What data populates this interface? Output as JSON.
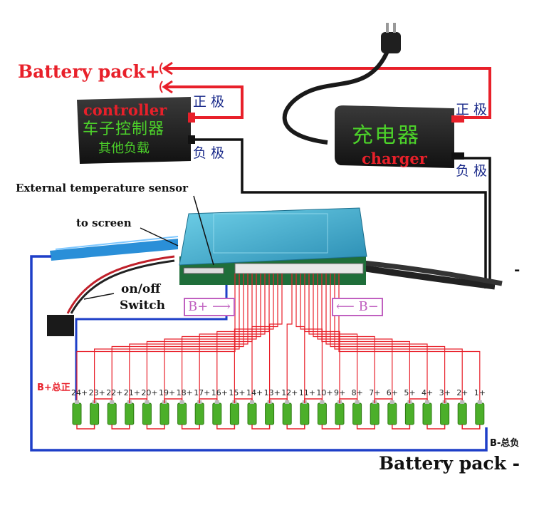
{
  "labels": {
    "battery_pack_plus": "Battery pack+",
    "battery_pack_minus": "Battery pack -",
    "external_temp_sensor": "External temperature sensor",
    "to_screen": "to screen",
    "on_off": "on/off",
    "switch": "Switch",
    "b_plus_tag": "B+",
    "b_minus_tag": "B−",
    "b_plus_total": "B+总正",
    "b_minus_total": "B-总负",
    "dash": "-"
  },
  "controller": {
    "title": "controller",
    "line1": "车子控制器",
    "line2": "其他负载",
    "positive": "正极",
    "negative": "负极"
  },
  "charger": {
    "title_cn": "充电器",
    "title_en": "charger",
    "positive": "正极",
    "negative": "负极"
  },
  "cell_labels": [
    "24+",
    "23+",
    "22+",
    "21+",
    "20+",
    "19+",
    "18+",
    "17+",
    "16+",
    "15+",
    "14+",
    "13+",
    "12+",
    "11+",
    "10+",
    "9+",
    "8+",
    "7+",
    "6+",
    "5+",
    "4+",
    "3+",
    "2+",
    "1+"
  ],
  "colors": {
    "positive_wire": "#e8202a",
    "negative_wire": "#111111",
    "bms_wire": "#1e3fc8",
    "tag_border": "#c060c0",
    "cell_green": "#4caf2a",
    "board_blue": "#3aa6c9"
  }
}
